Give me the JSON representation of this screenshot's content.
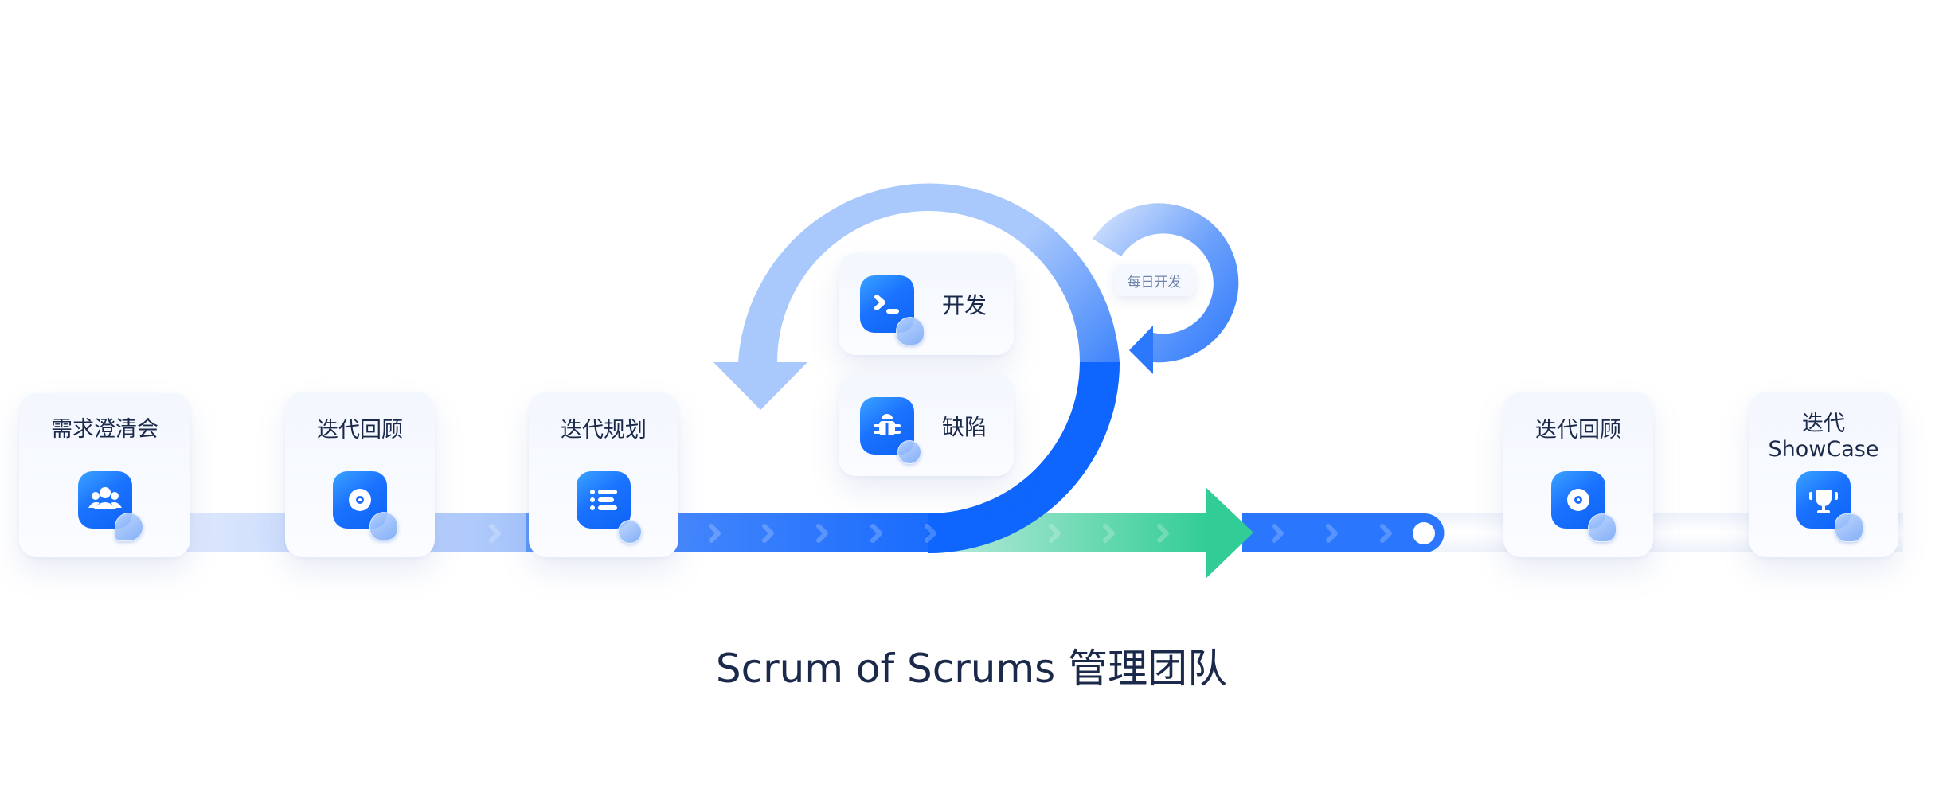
{
  "diagram": {
    "title": "Scrum of Scrums 管理团队",
    "stages": [
      {
        "id": "requirement",
        "label": "需求澄清会",
        "icon": "team-icon"
      },
      {
        "id": "retro-1",
        "label": "迭代回顾",
        "icon": "target-icon"
      },
      {
        "id": "planning",
        "label": "迭代规划",
        "icon": "list-icon"
      },
      {
        "id": "retro-2",
        "label": "迭代回顾",
        "icon": "target-icon"
      },
      {
        "id": "showcase",
        "label_line1": "迭代",
        "label_line2": "ShowCase",
        "icon": "trophy-icon"
      }
    ],
    "loop_items": [
      {
        "id": "develop",
        "label": "开发",
        "icon": "terminal-icon"
      },
      {
        "id": "defect",
        "label": "缺陷",
        "icon": "bug-icon"
      }
    ],
    "daily_loop_label": "每日开发",
    "colors": {
      "primary_blue": "#0e66fe",
      "light_blue": "#a9c8fc",
      "green": "#32cd96",
      "text_dark": "#1b2a4a",
      "text_muted": "#6f84a8"
    }
  }
}
